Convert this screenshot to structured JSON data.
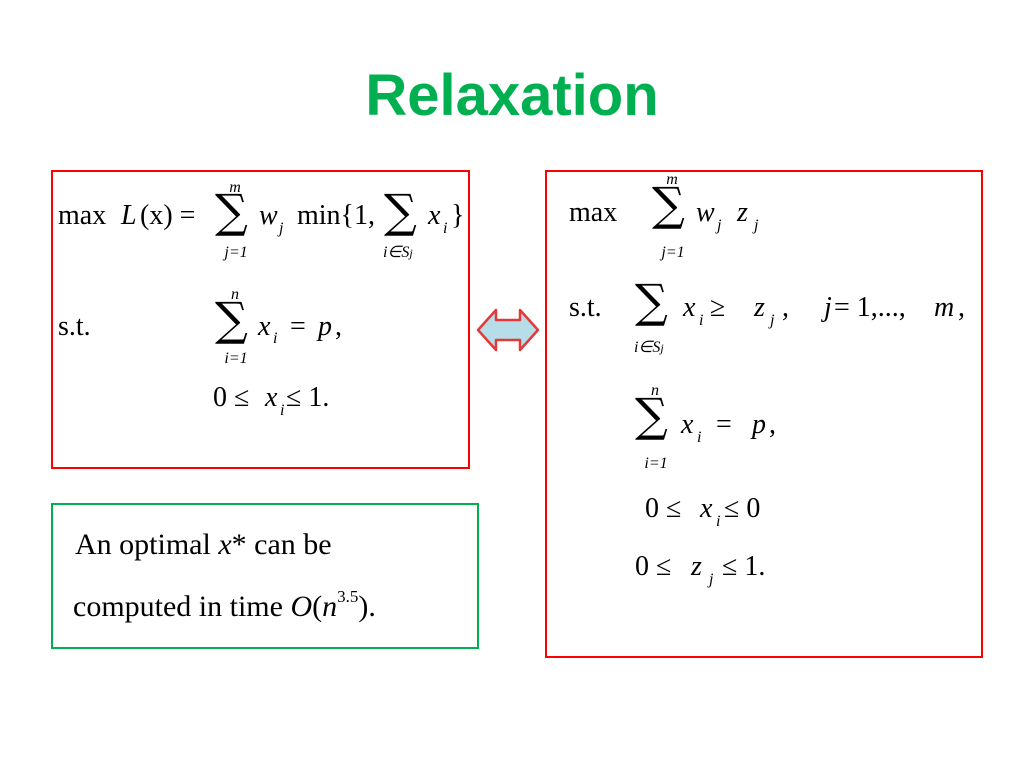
{
  "slide": {
    "title": "Relaxation",
    "accent_color": "#00b050",
    "box_color": "#ff0000"
  },
  "left": {
    "l1_max": "max",
    "l1_L": "L",
    "l1_x": "(x) =",
    "l1_sum_top": "m",
    "l1_sum_sym": "∑",
    "l1_sum_bot": "j=1",
    "l1_w": "w",
    "l1_w_sub": "j",
    "l1_min": "min{1,",
    "l1_sum2_sym": "∑",
    "l1_sum2_bot": "i∈S",
    "l1_sum2_bot_sub": "j",
    "l1_xi": "x",
    "l1_xi_sub": "i",
    "l1_close": "}",
    "l2_st": "s.t.",
    "l2_sum_top": "n",
    "l2_sum_sym": "∑",
    "l2_sum_bot": "i=1",
    "l2_x": "x",
    "l2_x_sub": "i",
    "l2_eq": "= ",
    "l2_p": "p",
    "l2_comma": ",",
    "l3_a": "0 ≤ ",
    "l3_x": "x",
    "l3_x_sub": "i",
    "l3_b": " ≤ 1."
  },
  "right": {
    "r1_max": "max",
    "r1_sum_top": "m",
    "r1_sum_sym": "∑",
    "r1_sum_bot": "j=1",
    "r1_w": "w",
    "r1_w_sub": "j",
    "r1_z": "z",
    "r1_z_sub": "j",
    "r2_st": "s.t.",
    "r2_sum_sym": "∑",
    "r2_sum_bot": "i∈S",
    "r2_sum_bot_sub": "j",
    "r2_x": "x",
    "r2_x_sub": "i",
    "r2_ge": " ≥ ",
    "r2_z": "z",
    "r2_z_sub": "j",
    "r2_comma": ",",
    "r2_j": "j",
    "r2_range": " = 1,..., ",
    "r2_m": "m",
    "r2_end": ",",
    "r3_sum_top": "n",
    "r3_sum_sym": "∑",
    "r3_sum_bot": "i=1",
    "r3_x": "x",
    "r3_x_sub": "i",
    "r3_eq": "= ",
    "r3_p": "p",
    "r3_comma": ",",
    "r4_a": "0 ≤ ",
    "r4_x": "x",
    "r4_x_sub": "i",
    "r4_b": " ≤ 0",
    "r5_a": "0 ≤ ",
    "r5_z": "z",
    "r5_z_sub": "j",
    "r5_b": " ≤ 1."
  },
  "note": {
    "line1_a": "An optimal ",
    "line1_x": "x",
    "line1_star": "*",
    "line1_b": " can be",
    "line2_a": "computed in time ",
    "line2_O": "O",
    "line2_paren": "(",
    "line2_n": "n",
    "line2_exp": "3.5",
    "line2_end": ")."
  },
  "arrow_icon": "double-arrow-icon",
  "arrow_colors": {
    "fill": "#b7dde8",
    "stroke": "#e23a3a"
  }
}
